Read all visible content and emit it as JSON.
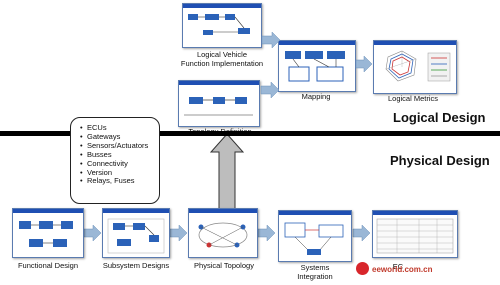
{
  "sections": {
    "logical": "Logical Design",
    "physical": "Physical Design"
  },
  "captions": {
    "logical_vehicle": "Logical Vehicle",
    "function_impl": "Function Implementation",
    "mapping": "Mapping",
    "logical_metrics": "Logical Metrics",
    "topology_definition": "Topology Definition",
    "functional_design": "Functional Design",
    "subsystem_designs": "Subsystem Designs",
    "physical_topology": "Physical Topology",
    "systems": "Systems",
    "integration": "Integration",
    "ecu_partial": "EC"
  },
  "bubble_items": [
    "ECUs",
    "Gateways",
    "Sensors/Actuators",
    "Busses",
    "Connectivity",
    "Version",
    "Relays, Fuses"
  ],
  "watermark": "eeworld.com.cn",
  "colors": {
    "arrow": "#9ab7d6",
    "title_bar": "#1f4fb3",
    "block_blue": "#2b62b8"
  }
}
